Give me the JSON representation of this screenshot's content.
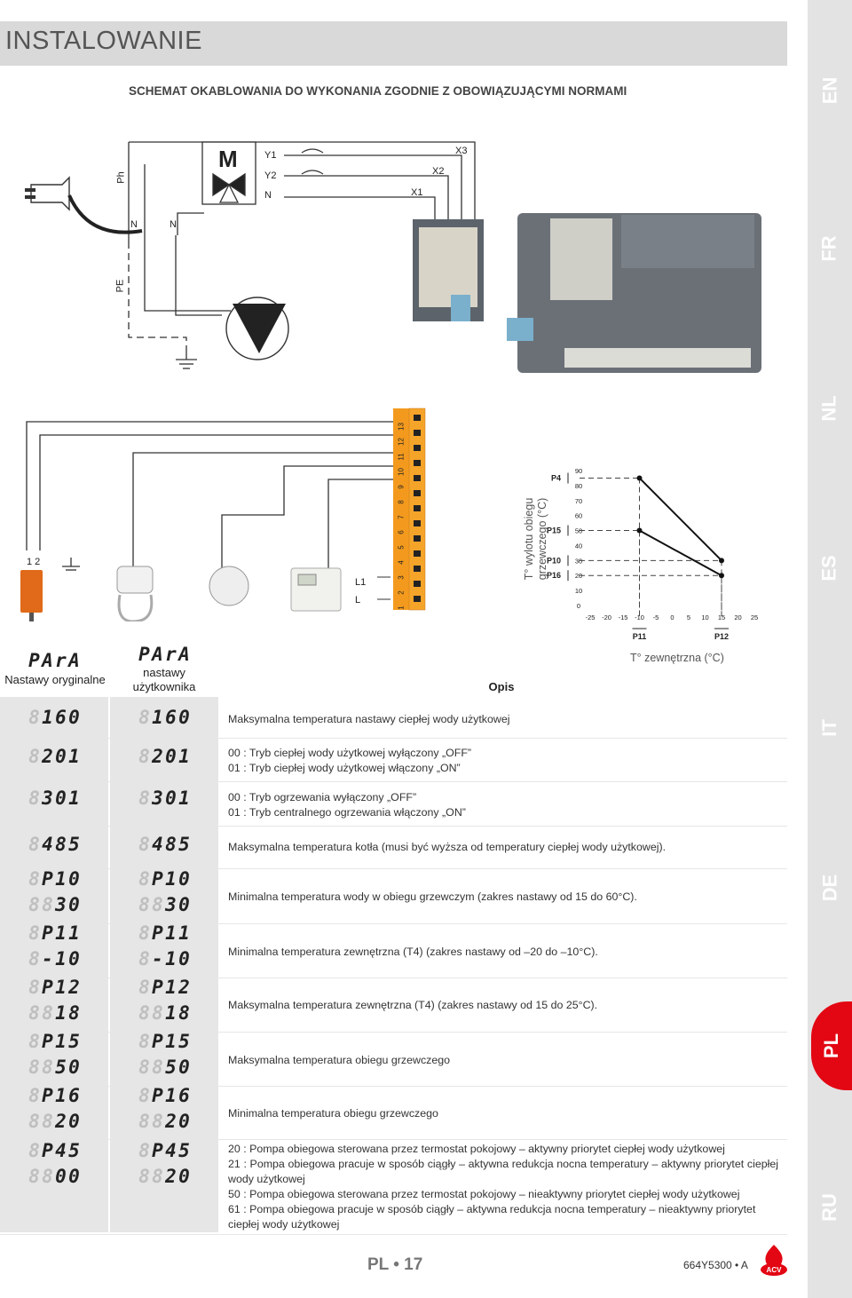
{
  "header": {
    "title": "INSTALOWANIE",
    "subtitle": "SCHEMAT OKABLOWANIA DO WYKONANIA ZGODNIE Z OBOWIĄZUJĄCYMI NORMAMI"
  },
  "tabs": [
    {
      "label": "EN"
    },
    {
      "label": "FR"
    },
    {
      "label": "NL"
    },
    {
      "label": "ES"
    },
    {
      "label": "IT"
    },
    {
      "label": "DE"
    },
    {
      "label": "PL",
      "active": true
    },
    {
      "label": "RU"
    }
  ],
  "wiring": {
    "ph": "Ph",
    "pe": "PE",
    "n1": "N",
    "n2": "N",
    "motor": "M",
    "y1": "Y1",
    "y2": "Y2",
    "n3": "N",
    "x1": "X1",
    "x2": "X2",
    "x3": "X3",
    "l1": "L1",
    "l": "L",
    "term12": "1  2",
    "terminals": [
      "1",
      "2",
      "3",
      "4",
      "5",
      "6",
      "7",
      "8",
      "9",
      "10",
      "11",
      "12",
      "13"
    ]
  },
  "chart_data": {
    "type": "line",
    "ylabel": "T° wylotu obiegu grzewczego (°C)",
    "xlabel": "T° zewnętrzna (°C)",
    "x_ticks": [
      "-25",
      "-20",
      "-15",
      "-10",
      "-5",
      "0",
      "5",
      "10",
      "15",
      "20",
      "25"
    ],
    "y_ticks": [
      "0",
      "10",
      "20",
      "30",
      "40",
      "50",
      "60",
      "70",
      "80",
      "90"
    ],
    "ylim": [
      0,
      90
    ],
    "xlim": [
      -25,
      25
    ],
    "y_params": [
      "P4",
      "P15",
      "P10",
      "P16"
    ],
    "x_params": [
      "P11",
      "P12"
    ],
    "series": [
      {
        "x": [
          -10,
          15
        ],
        "y": [
          85,
          30
        ]
      },
      {
        "x": [
          -10,
          15
        ],
        "y": [
          50,
          20
        ]
      }
    ]
  },
  "table": {
    "col_orig": "Nastawy oryginalne",
    "col_user": "nastawy użytkownika",
    "col_desc": "Opis",
    "para": "PArA",
    "rows": [
      {
        "orig": [
          "1",
          "60"
        ],
        "user": [
          "1",
          "60"
        ],
        "desc": [
          "Maksymalna temperatura nastawy ciepłej wody użytkowej"
        ]
      },
      {
        "orig": [
          "2",
          "01"
        ],
        "user": [
          "2",
          "01"
        ],
        "desc": [
          "00 : Tryb ciepłej wody użytkowej wyłączony „OFF”",
          "01 : Tryb ciepłej wody użytkowej włączony „ON”"
        ]
      },
      {
        "orig": [
          "3",
          "01"
        ],
        "user": [
          "3",
          "01"
        ],
        "desc": [
          "00 : Tryb ogrzewania wyłączony „OFF”",
          "01 : Tryb centralnego ogrzewania włączony „ON”"
        ]
      },
      {
        "orig": [
          "4",
          "85"
        ],
        "user": [
          "4",
          "85"
        ],
        "desc": [
          "Maksymalna temperatura kotła (musi być wyższa od temperatury ciepłej wody użytkowej)."
        ]
      },
      {
        "orig": [
          "P",
          "10",
          "30"
        ],
        "user": [
          "P",
          "10",
          "30"
        ],
        "desc": [
          "Minimalna temperatura wody w obiegu grzewczym (zakres nastawy od 15 do 60°C)."
        ]
      },
      {
        "orig": [
          "P",
          "11",
          "-10"
        ],
        "user": [
          "P",
          "11",
          "-10"
        ],
        "desc": [
          "Minimalna temperatura zewnętrzna (T4) (zakres nastawy od –20 do –10°C)."
        ]
      },
      {
        "orig": [
          "P",
          "12",
          "18"
        ],
        "user": [
          "P",
          "12",
          "18"
        ],
        "desc": [
          "Maksymalna temperatura zewnętrzna (T4) (zakres nastawy od 15 do 25°C)."
        ]
      },
      {
        "orig": [
          "P",
          "15",
          "50"
        ],
        "user": [
          "P",
          "15",
          "50"
        ],
        "desc": [
          "Maksymalna temperatura obiegu grzewczego"
        ]
      },
      {
        "orig": [
          "P",
          "16",
          "20"
        ],
        "user": [
          "P",
          "16",
          "20"
        ],
        "desc": [
          "Minimalna temperatura obiegu grzewczego"
        ]
      },
      {
        "orig": [
          "P",
          "45",
          "00"
        ],
        "user": [
          "P",
          "45",
          "20"
        ],
        "desc": [
          "20 : Pompa obiegowa sterowana przez termostat pokojowy – aktywny priorytet ciepłej wody użytkowej",
          "21 : Pompa obiegowa pracuje w sposób ciągły – aktywna redukcja nocna temperatury – aktywny priorytet ciepłej wody użytkowej",
          "50 : Pompa obiegowa sterowana przez termostat pokojowy – nieaktywny priorytet ciepłej wody użytkowej",
          "61 : Pompa obiegowa pracuje w sposób ciągły – aktywna redukcja nocna temperatury – nieaktywny priorytet ciepłej wody użytkowej"
        ]
      }
    ]
  },
  "footer": {
    "page": "PL • 17",
    "code": "664Y5300 • A",
    "brand": "ACV"
  },
  "colors": {
    "accent": "#e30613",
    "orange_sensor": "#e06a1a",
    "terminal": "#f39a1e"
  }
}
